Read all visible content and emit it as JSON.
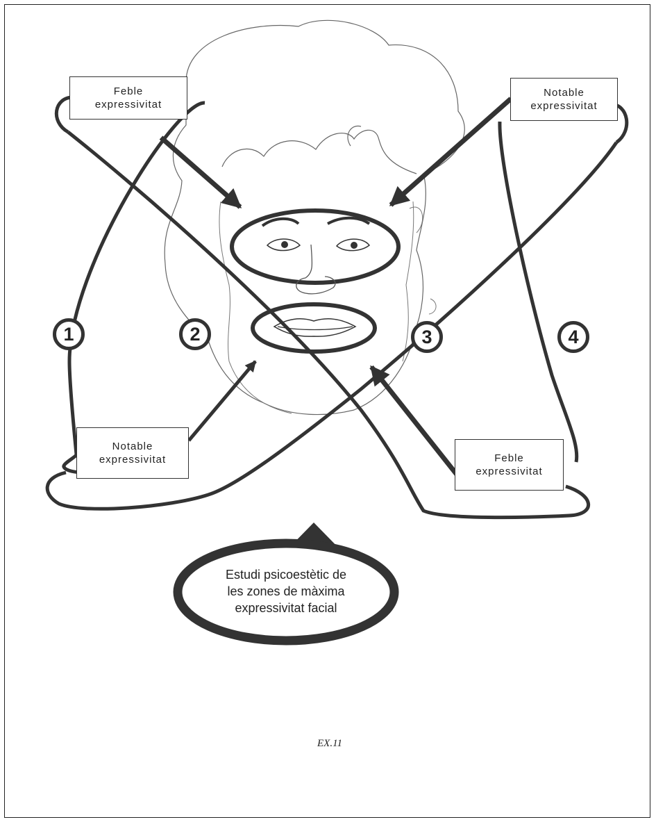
{
  "labels": {
    "top_left": {
      "line1": "Feble",
      "line2": "expressivitat"
    },
    "top_right": {
      "line1": "Notable",
      "line2": "expressivitat"
    },
    "bottom_left": {
      "line1": "Notable",
      "line2": "expressivitat"
    },
    "bottom_right": {
      "line1": "Feble",
      "line2": "expressivitat"
    }
  },
  "numbers": [
    "1",
    "2",
    "3",
    "4"
  ],
  "center": {
    "line1": "Estudi psicoestètic de",
    "line2": "les zones de màxima",
    "line3": "expressivitat facial"
  },
  "caption": "EX.11",
  "colors": {
    "stroke": "#333333",
    "outline": "#555555",
    "background": "#ffffff"
  }
}
